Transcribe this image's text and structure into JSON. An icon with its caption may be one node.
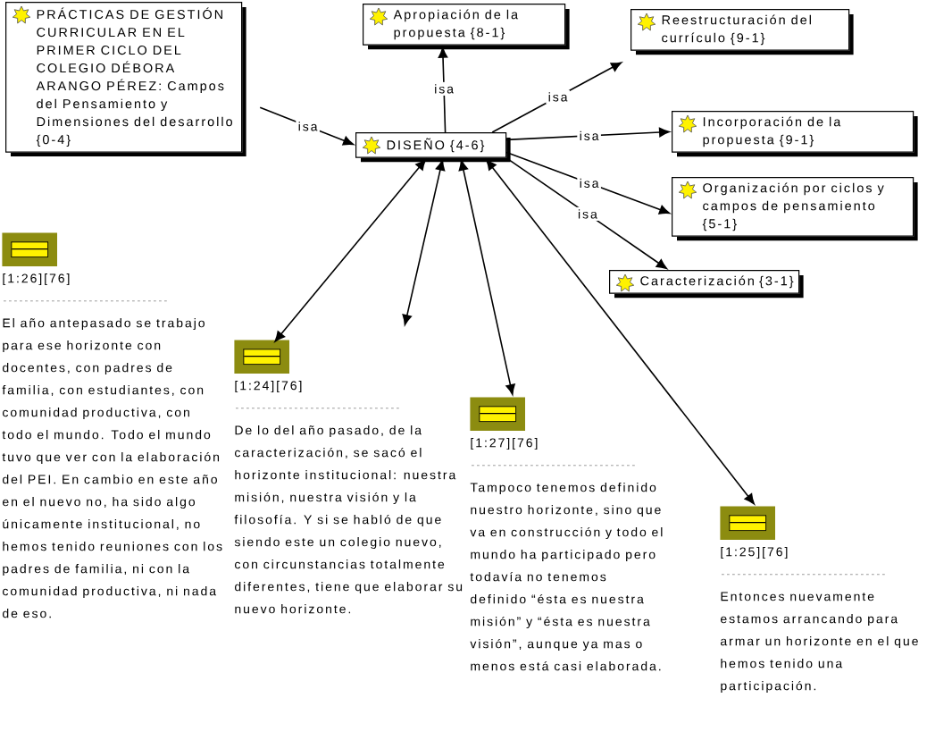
{
  "diagram": {
    "nodes": [
      {
        "text": [
          "PRÁCTICAS DE GESTIÓN CURRICULAR EN EL PRIMER CICLO DEL COLEGIO DÉBORA ARANGO PÉREZ: Campos del Pensamiento y Dimensiones del desarrollo {0-4}"
        ]
      },
      {
        "text": [
          "Apropiación de la propuesta {8-1}"
        ]
      },
      {
        "text": [
          "DISEÑO {4-6}"
        ]
      },
      {
        "text": [
          "Reestructuración del currículo {9-1}"
        ]
      },
      {
        "text": [
          "Incorporación de la propuesta {9-1}"
        ]
      },
      {
        "text": [
          "Organización por ciclos y campos de pensamiento {5-1}"
        ]
      },
      {
        "text": [
          "Caracterización {3-1}"
        ]
      },
      {
        "text": [
          "[1:26][76]",
          "El año antepasado se trabajo para ese horizonte con docentes, con padres de familia, con estudiantes, con comunidad productiva, con todo el mundo. Todo el mundo tuvo que ver con la elaboración del PEI. En cambio en este año en el nuevo no, ha sido algo únicamente institucional, no hemos tenido reuniones con los padres de familia, ni con la comunidad productiva, ni nada de eso."
        ]
      },
      {
        "text": [
          "[1:24][76]",
          "De lo del año pasado, de la caracterización, se sacó el horizonte institucional: nuestra misión, nuestra visión y la filosofía. Y si se habló de que siendo este un colegio nuevo, con circunstancias totalmente diferentes, tiene que elaborar su nuevo horizonte."
        ]
      },
      {
        "text": [
          "[1:27][76]",
          "Tampoco tenemos definido nuestro horizonte, sino que va en construcción y todo el mundo ha participado pero todavía no tenemos definido “ésta es nuestra misión” y “ésta es nuestra visión”, aunque ya mas o menos está casi elaborada."
        ]
      },
      {
        "text": [
          "[1:25][76]",
          "Entonces nuevamente estamos arrancando para armar un horizonte en el que hemos tenido una participación."
        ]
      }
    ],
    "edges": [
      {
        "from": 0,
        "to": 2,
        "arrow": "to",
        "label": "isa"
      },
      {
        "from": 2,
        "to": 1,
        "arrow": "to",
        "label": "isa"
      },
      {
        "from": 2,
        "to": 3,
        "arrow": "to",
        "label": "isa"
      },
      {
        "from": 2,
        "to": 4,
        "arrow": "to",
        "label": "isa"
      },
      {
        "from": 2,
        "to": 5,
        "arrow": "to",
        "label": "isa"
      },
      {
        "from": 2,
        "to": 6,
        "arrow": "to",
        "label": "isa"
      },
      {
        "from": 2,
        "to": 8,
        "arrow": "both"
      },
      {
        "from": 2,
        "to": 8,
        "arrow": "both"
      },
      {
        "from": 2,
        "to": 9,
        "arrow": "both"
      },
      {
        "from": 2,
        "to": 10,
        "arrow": "both"
      }
    ]
  }
}
